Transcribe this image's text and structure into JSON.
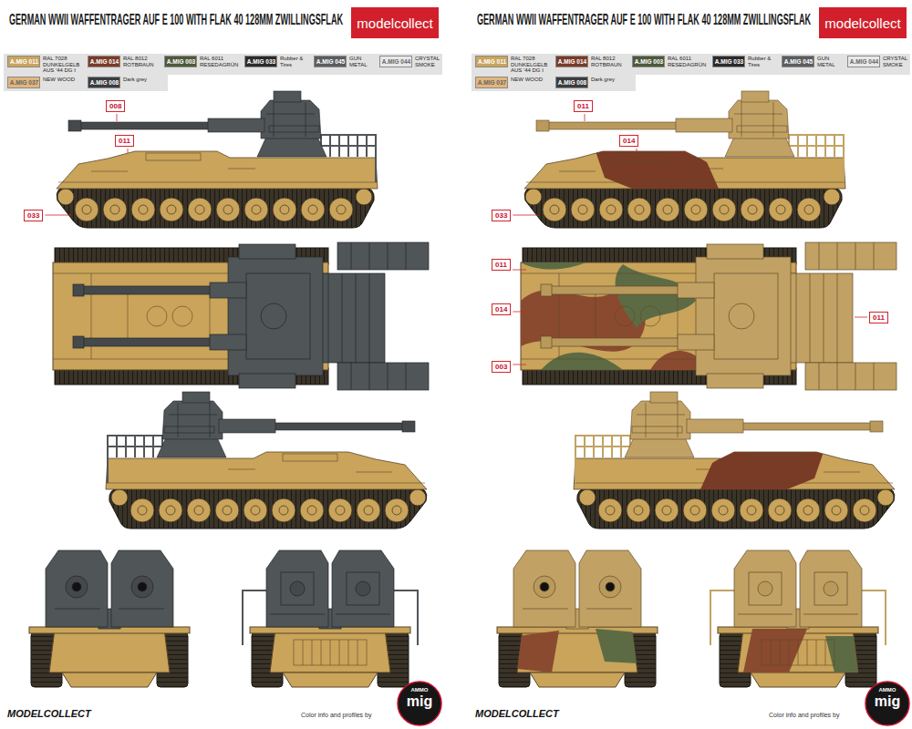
{
  "diagram": {
    "nodes": [
      {
        "text": [
          "modelcollect"
        ]
      },
      {
        "text": [
          "008"
        ]
      },
      {
        "text": [
          "011"
        ]
      },
      {
        "text": [
          "033"
        ]
      },
      {
        "text": [
          "modelcollect"
        ]
      },
      {
        "text": [
          "011"
        ]
      },
      {
        "text": [
          "014"
        ]
      },
      {
        "text": [
          "033"
        ]
      },
      {
        "text": [
          "011"
        ]
      },
      {
        "text": [
          "014"
        ]
      },
      {
        "text": [
          "003"
        ]
      },
      {
        "text": [
          "011"
        ]
      }
    ],
    "labels": [
      "GERMAN WWII WAFFENTRAGER AUF E 100 WITH FLAK 40 128MM ZWILLINGSFLAK",
      "A.MIG 011",
      "A.MIG 014",
      "A.MIG 003",
      "A.MIG 033",
      "A.MIG 045",
      "A.MIG 044",
      "A.MIG 037",
      "A.MIG 008",
      "MODELCOLLECT",
      "Color info and profiles by",
      "AMMO",
      "mig",
      "GERMAN WWII WAFFENTRAGER AUF E 100 WITH FLAK 40 128MM ZWILLINGSFLAK",
      "A.MIG 011",
      "A.MIG 014",
      "A.MIG 003",
      "A.MIG 033",
      "A.MIG 045",
      "A.MIG 044",
      "A.MIG 037",
      "A.MIG 008",
      "MODELCOLLECT",
      "Color info and profiles by",
      "AMMO",
      "mig"
    ],
    "legend": [
      {
        "text": "RAL 7028 DUNKELGELB AUS '44 DG I",
        "color": "#c9a45a"
      },
      {
        "text": "RAL 8012 ROTBRAUN",
        "color": "#7a3b26"
      },
      {
        "text": "RAL 6011 RESEDAGRÜN",
        "color": "#4d5a3a"
      },
      {
        "text": "Rubber & Tires",
        "color": "#2b2b2b"
      },
      {
        "text": "GUN METAL",
        "color": "#5a5d60"
      },
      {
        "text": "CRYSTAL SMOKE",
        "color": "#e8e8e8"
      },
      {
        "text": "NEW WOOD",
        "color": "#e2b57c"
      },
      {
        "text": "Dark grey",
        "color": "#3a3d40"
      },
      {
        "text": "RAL 7028 DUNKELGELB AUS '44 DG I",
        "color": "#c9a45a"
      },
      {
        "text": "RAL 8012 ROTBRAUN",
        "color": "#7a3b26"
      },
      {
        "text": "RAL 6011 RESEDAGRÜN",
        "color": "#4d5a3a"
      },
      {
        "text": "Rubber & Tires",
        "color": "#2b2b2b"
      },
      {
        "text": "GUN METAL",
        "color": "#5a5d60"
      },
      {
        "text": "CRYSTAL SMOKE",
        "color": "#e8e8e8"
      },
      {
        "text": "NEW WOOD",
        "color": "#e2b57c"
      },
      {
        "text": "Dark grey",
        "color": "#3a3d40"
      }
    ]
  }
}
